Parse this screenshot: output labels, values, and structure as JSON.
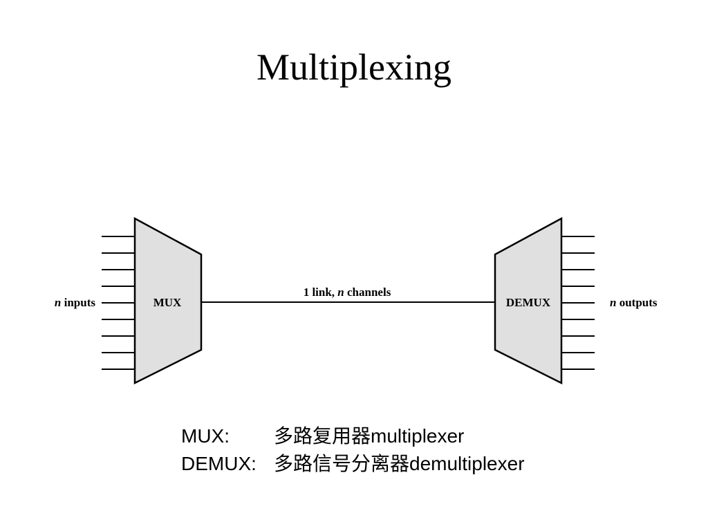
{
  "title": "Multiplexing",
  "diagram": {
    "inputs_label": "n inputs",
    "mux_label": "MUX",
    "link_label": "1 link, n channels",
    "demux_label": "DEMUX",
    "outputs_label": "n outputs",
    "colors": {
      "device_fill": "#e0e0e0",
      "stroke": "#000000"
    }
  },
  "legend": [
    {
      "term": "MUX:",
      "definition": "多路复用器multiplexer"
    },
    {
      "term": "DEMUX:",
      "definition": "多路信号分离器demultiplexer"
    }
  ]
}
